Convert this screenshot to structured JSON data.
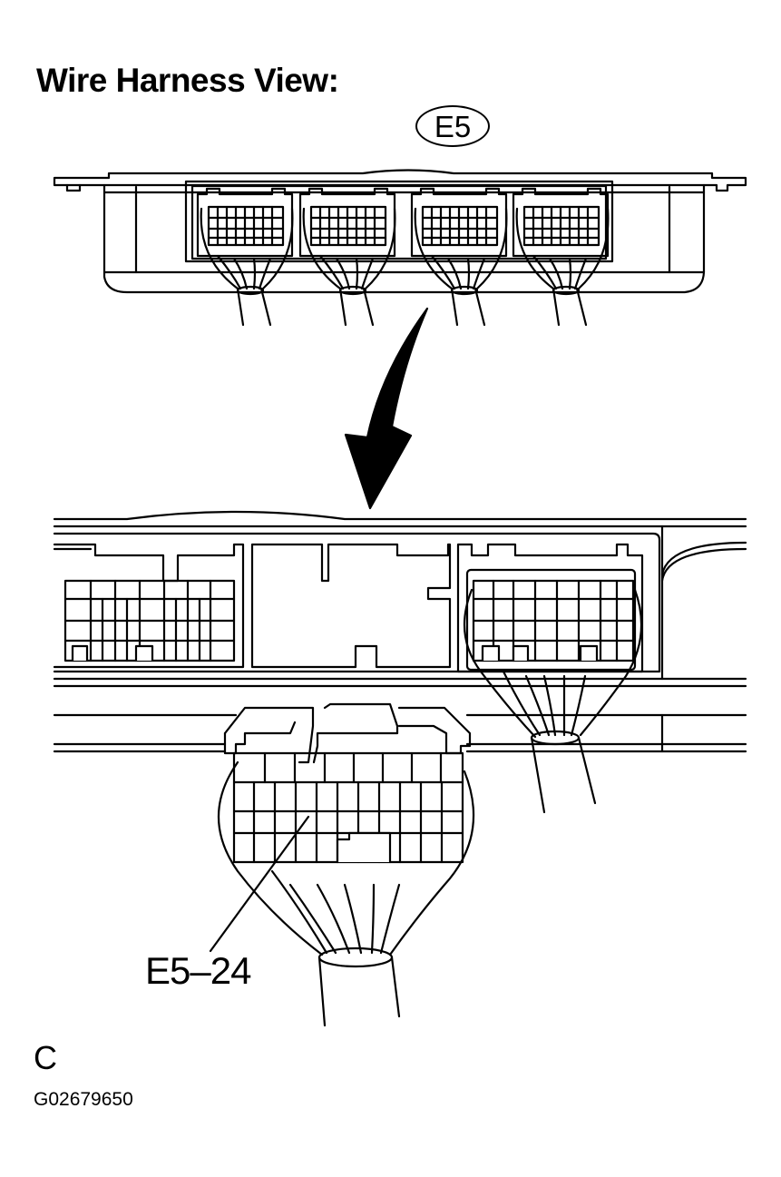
{
  "title": "Wire Harness View:",
  "connector_id": "E5",
  "pin_label": "E5–24",
  "view_code": "C",
  "figure_id": "G02679650"
}
